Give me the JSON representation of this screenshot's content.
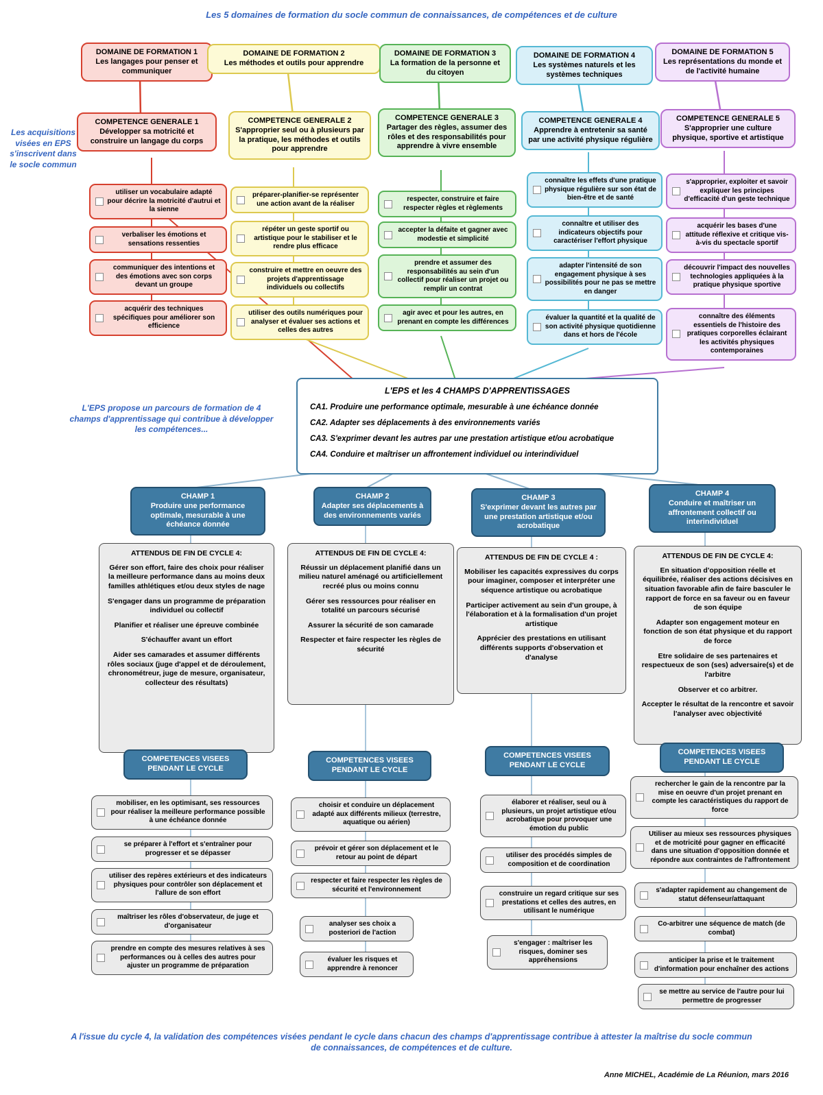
{
  "title": "Les 5 domaines de formation du socle commun de connaissances, de compétences et de culture",
  "notes": {
    "left_top": "Les acquisitions visées en EPS s'inscrivent dans le socle commun",
    "left_middle": "L'EPS propose un parcours de formation de 4 champs d'apprentissage qui contribue à développer les compétences...",
    "bottom": "A l'issue du cycle 4, la validation des compétences visées pendant le cycle dans chacun des champs d'apprentissage contribue à attester la maîtrise du socle commun de connaissances, de compétences et de culture.",
    "credit": "Anne MICHEL, Académie de La Réunion, mars 2016"
  },
  "colors": {
    "domain1_red": "#d6402e",
    "domain2_yellow": "#ddc94f",
    "domain3_green": "#56b356",
    "domain4_blue": "#54b8d4",
    "domain5_purple": "#b76fd0",
    "champ_teal": "#3f7ba3",
    "note_blue": "#3565c0",
    "gray_box": "#ebebeb"
  },
  "domains": [
    {
      "title": "DOMAINE DE FORMATION 1",
      "subtitle": "Les langages pour penser et communiquer"
    },
    {
      "title": "DOMAINE DE FORMATION 2",
      "subtitle": "Les méthodes et outils pour apprendre"
    },
    {
      "title": "DOMAINE DE FORMATION 3",
      "subtitle": "La formation de la personne et du citoyen"
    },
    {
      "title": "DOMAINE DE FORMATION 4",
      "subtitle": "Les systèmes naturels et les systèmes techniques"
    },
    {
      "title": "DOMAINE DE FORMATION 5",
      "subtitle": "Les représentations du monde et de l'activité humaine"
    }
  ],
  "competences_generales": [
    {
      "title": "COMPETENCE GENERALE 1",
      "subtitle": "Développer sa motricité et construire un langage du corps",
      "items": [
        "utiliser un vocabulaire adapté pour décrire la motricité d'autrui et la sienne",
        "verbaliser les émotions et sensations ressenties",
        "communiquer des intentions et des émotions avec son corps devant un groupe",
        "acquérir des techniques spécifiques pour améliorer son efficience"
      ]
    },
    {
      "title": "COMPETENCE GENERALE 2",
      "subtitle": "S'approprier seul ou à plusieurs par la pratique, les méthodes et outils pour apprendre",
      "items": [
        "préparer-planifier-se représenter une action avant de la réaliser",
        "répéter un geste sportif ou artistique pour le stabiliser et le rendre plus efficace",
        "construire et mettre en oeuvre des projets d'apprentissage individuels ou collectifs",
        "utiliser des outils numériques pour analyser et évaluer ses actions et celles des autres"
      ]
    },
    {
      "title": "COMPETENCE GENERALE 3",
      "subtitle": "Partager des règles, assumer des rôles et des responsabilités pour apprendre à vivre ensemble",
      "items": [
        "respecter, construire et faire respecter règles et règlements",
        "accepter la défaite et gagner avec modestie et simplicité",
        "prendre et assumer des responsabilités au sein d'un collectif pour réaliser un projet ou remplir un contrat",
        "agir avec et pour les autres, en prenant en compte les différences"
      ]
    },
    {
      "title": "COMPETENCE GENERALE 4",
      "subtitle": "Apprendre à entretenir sa santé par une activité physique régulière",
      "items": [
        "connaître les effets d'une pratique physique régulière sur son état de bien-être et de santé",
        "connaître et utiliser des indicateurs objectifs pour caractériser l'effort physique",
        "adapter l'intensité de son engagement physique à ses possibilités pour ne pas se mettre en danger",
        "évaluer la quantité et la qualité de son activité physique quotidienne dans et hors de l'école"
      ]
    },
    {
      "title": "COMPETENCE GENERALE 5",
      "subtitle": "S'approprier une culture physique, sportive et artistique",
      "items": [
        "s'approprier, exploiter et savoir expliquer les principes d'efficacité d'un geste technique",
        "acquérir les bases d'une attitude réflexive et critique vis-à-vis du spectacle sportif",
        "découvrir l'impact des nouvelles technologies appliquées à la pratique physique sportive",
        "connaître des éléments essentiels de l'histoire des pratiques corporelles éclairant les activités physiques contemporaines"
      ]
    }
  ],
  "eps": {
    "title": "L'EPS et les 4 CHAMPS D'APPRENTISSAGES",
    "items": [
      "CA1. Produire une performance optimale, mesurable à une échéance donnée",
      "CA2. Adapter ses déplacements à des environnements variés",
      "CA3. S'exprimer devant les autres par une prestation artistique et/ou acrobatique",
      "CA4. Conduire et maîtriser un affrontement individuel ou interindividuel"
    ]
  },
  "champs": [
    {
      "title": "CHAMP 1",
      "subtitle": "Produire une performance optimale, mesurable à une échéance donnée",
      "attendus_title": "ATTENDUS DE FIN DE CYCLE 4:",
      "attendus": [
        "Gérer son effort, faire des choix pour réaliser la meilleure performance dans au moins deux familles athlétiques et/ou deux styles de nage",
        "S'engager dans un programme de préparation individuel ou collectif",
        "Planifier et réaliser une épreuve combinée",
        "S'échauffer avant un effort",
        "Aider ses camarades et assumer différents rôles sociaux (juge d'appel et de déroulement, chronométreur, juge de mesure, organisateur, collecteur des résultats)"
      ],
      "cv_label": "COMPETENCES VISEES PENDANT LE CYCLE",
      "items": [
        "mobiliser, en les optimisant, ses ressources pour réaliser la meilleure performance possible à une échéance donnée",
        "se préparer à l'effort et s'entraîner pour progresser et se dépasser",
        "utiliser des repères extérieurs et des indicateurs physiques pour contrôler son déplacement et l'allure de son effort",
        "maîtriser les rôles d'observateur, de juge et d'organisateur",
        "prendre en compte des mesures relatives à ses performances ou à celles des autres pour ajuster un programme de préparation"
      ]
    },
    {
      "title": "CHAMP 2",
      "subtitle": "Adapter ses déplacements à des environnements variés",
      "attendus_title": "ATTENDUS DE FIN DE CYCLE 4:",
      "attendus": [
        "Réussir un déplacement planifié dans un milieu naturel aménagé ou artificiellement recréé plus ou moins connu",
        "Gérer ses ressources pour réaliser en totalité un parcours sécurisé",
        "Assurer la sécurité de son camarade",
        "Respecter et faire respecter les règles de sécurité"
      ],
      "cv_label": "COMPETENCES VISEES PENDANT LE CYCLE",
      "items": [
        "choisir et conduire un déplacement adapté aux différents milieux (terrestre, aquatique ou aérien)",
        "prévoir et gérer son déplacement et le retour au point de départ",
        "respecter et faire respecter les règles de sécurité et l'environnement",
        "analyser ses choix a posteriori de l'action",
        "évaluer les risques et apprendre à renoncer"
      ]
    },
    {
      "title": "CHAMP 3",
      "subtitle": "S'exprimer devant les autres par une prestation artistique et/ou acrobatique",
      "attendus_title": "ATTENDUS DE FIN DE CYCLE 4 :",
      "attendus": [
        "Mobiliser les capacités expressives du corps pour imaginer, composer et interpréter une séquence artistique ou acrobatique",
        "Participer activement au sein d'un groupe, à l'élaboration et à la formalisation d'un projet artistique",
        "Apprécier des prestations en utilisant différents supports d'observation et d'analyse"
      ],
      "cv_label": "COMPETENCES VISEES PENDANT LE CYCLE",
      "items": [
        "élaborer et réaliser, seul ou à plusieurs, un projet artistique et/ou acrobatique pour provoquer une émotion du public",
        "utiliser des procédés simples de composition et de coordination",
        "construire un regard critique sur ses prestations et celles des autres, en utilisant le numérique",
        "s'engager : maîtriser les risques, dominer ses appréhensions"
      ]
    },
    {
      "title": "CHAMP 4",
      "subtitle": "Conduire et maîtriser un affrontement collectif ou interindividuel",
      "attendus_title": "ATTENDUS DE FIN DE CYCLE 4:",
      "attendus": [
        "En situation d'opposition réelle et équilibrée, réaliser des actions décisives en situation favorable afin de faire basculer le rapport de force en sa faveur ou en faveur de son équipe",
        "Adapter son engagement moteur en fonction de son état physique et du rapport de force",
        "Etre solidaire de ses partenaires et respectueux de son (ses) adversaire(s) et de l'arbitre",
        "Observer et co arbitrer.",
        "Accepter le résultat de la rencontre et savoir l'analyser avec objectivité"
      ],
      "cv_label": "COMPETENCES VISEES PENDANT LE CYCLE",
      "items": [
        "rechercher le gain de la rencontre par la mise en oeuvre d'un projet prenant en compte les caractéristiques du rapport de force",
        "Utiliser au mieux ses ressources physiques et de motricité pour gagner en efficacité dans une situation d'opposition donnée et répondre aux contraintes de l'affrontement",
        "s'adapter rapidement au changement de statut défenseur/attaquant",
        "Co-arbitrer une séquence de match (de combat)",
        "anticiper la prise et le traitement d'information pour enchaîner des actions",
        "se mettre au service de l'autre pour lui permettre de progresser"
      ]
    }
  ]
}
